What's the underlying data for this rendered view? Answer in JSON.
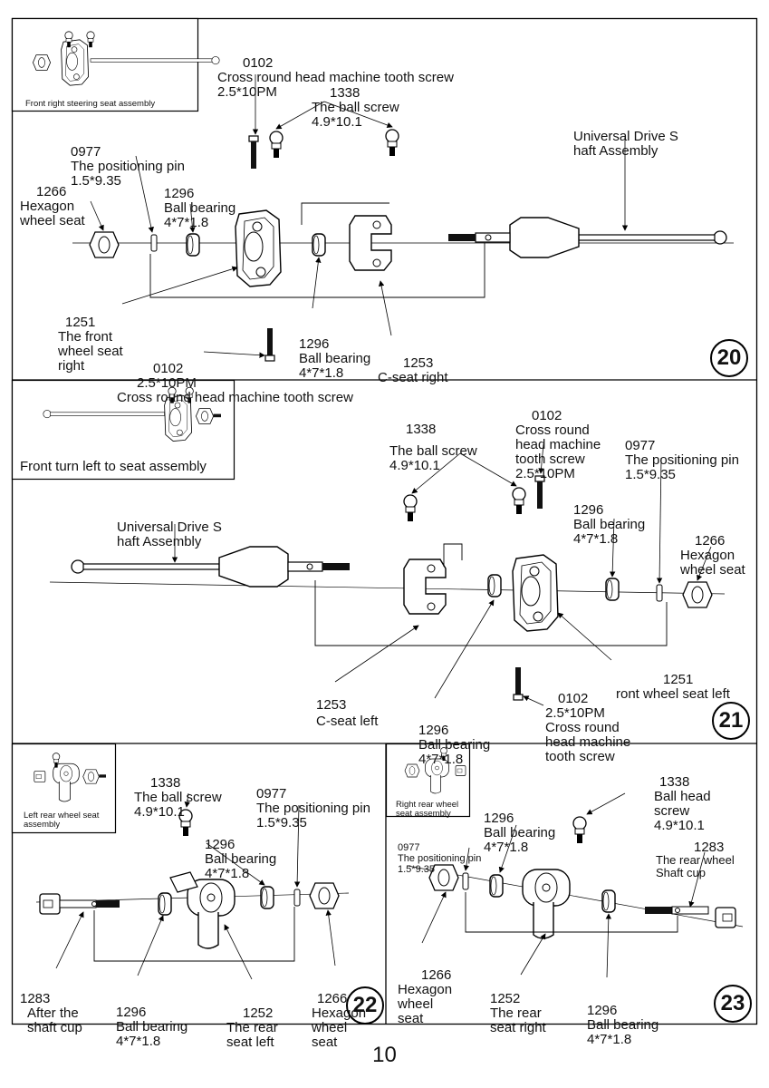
{
  "page_number": "10",
  "steps": [
    {
      "number": "20",
      "inset_caption": "Front right steering seat assembly",
      "labels": [
        {
          "code": "0102",
          "lines": [
            "Cross round head machine tooth screw",
            "2.5*10PM"
          ]
        },
        {
          "code": "1338",
          "lines": [
            "The ball screw",
            "4.9*10.1"
          ]
        },
        {
          "code": "",
          "lines": [
            "Universal Drive S",
            "haft Assembly"
          ]
        },
        {
          "code": "0977",
          "lines": [
            "The positioning pin",
            "1.5*9.35"
          ]
        },
        {
          "code": "1266",
          "lines": [
            "Hexagon",
            "wheel seat"
          ]
        },
        {
          "code": "1296",
          "lines": [
            "Ball bearing",
            "4*7*1.8"
          ]
        },
        {
          "code": "1251",
          "lines": [
            "The front",
            "wheel seat",
            "right"
          ]
        },
        {
          "code": "1296",
          "lines": [
            "Ball bearing",
            "4*7*1.8"
          ]
        },
        {
          "code": "1253",
          "lines": [
            "C-seat right"
          ]
        },
        {
          "code": "0102",
          "lines": [
            "2.5*10PM",
            "Cross round head machine tooth screw"
          ]
        }
      ]
    },
    {
      "number": "21",
      "inset_caption": "Front turn left to seat assembly",
      "labels": [
        {
          "code": "1338",
          "lines": [
            "The ball screw",
            "4.9*10.1"
          ]
        },
        {
          "code": "0102",
          "lines": [
            "Cross round",
            "head machine",
            "tooth screw",
            "2.5*10PM"
          ]
        },
        {
          "code": "0977",
          "lines": [
            "The positioning pin",
            "1.5*9.35"
          ]
        },
        {
          "code": "1296",
          "lines": [
            "Ball bearing",
            "4*7*1.8"
          ]
        },
        {
          "code": "1266",
          "lines": [
            "Hexagon",
            "wheel seat"
          ]
        },
        {
          "code": "",
          "lines": [
            "Universal Drive S",
            "haft Assembly"
          ]
        },
        {
          "code": "1251",
          "lines": [
            "ront wheel seat left"
          ]
        },
        {
          "code": "0102",
          "lines": [
            "2.5*10PM",
            "Cross round",
            "head machine",
            "tooth screw"
          ]
        },
        {
          "code": "1253",
          "lines": [
            "C-seat left"
          ]
        },
        {
          "code": "1296",
          "lines": [
            "Ball bearing",
            "4*7*1.8"
          ]
        }
      ]
    },
    {
      "number": "22",
      "inset_caption": "Left rear wheel seat\nassembly",
      "labels": [
        {
          "code": "1338",
          "lines": [
            "The ball screw",
            "4.9*10.1"
          ]
        },
        {
          "code": "0977",
          "lines": [
            "The positioning pin",
            "1.5*9.35"
          ]
        },
        {
          "code": "1296",
          "lines": [
            "Ball bearing",
            "4*7*1.8"
          ]
        },
        {
          "code": "1283",
          "lines": [
            "After the",
            "shaft cup"
          ]
        },
        {
          "code": "1296",
          "lines": [
            "Ball bearing",
            "4*7*1.8"
          ]
        },
        {
          "code": "1252",
          "lines": [
            "The rear",
            "seat left"
          ]
        },
        {
          "code": "1266",
          "lines": [
            "Hexagon",
            "wheel",
            "seat"
          ]
        }
      ]
    },
    {
      "number": "23",
      "inset_caption": "Right rear wheel\nseat assembly",
      "labels": [
        {
          "code": "1338",
          "lines": [
            "Ball head",
            "screw",
            "4.9*10.1"
          ]
        },
        {
          "code": "1296",
          "lines": [
            "Ball bearing",
            "4*7*1.8"
          ]
        },
        {
          "code": "0977",
          "lines": [
            "The positioning pin",
            "1.5*9.35"
          ]
        },
        {
          "code": "1283",
          "lines": [
            "The rear wheel",
            "Shaft cup"
          ]
        },
        {
          "code": "1266",
          "lines": [
            "Hexagon",
            "wheel",
            "seat"
          ]
        },
        {
          "code": "1252",
          "lines": [
            "The rear",
            "seat right"
          ]
        },
        {
          "code": "1296",
          "lines": [
            "Ball bearing",
            "4*7*1.8"
          ]
        }
      ]
    }
  ]
}
